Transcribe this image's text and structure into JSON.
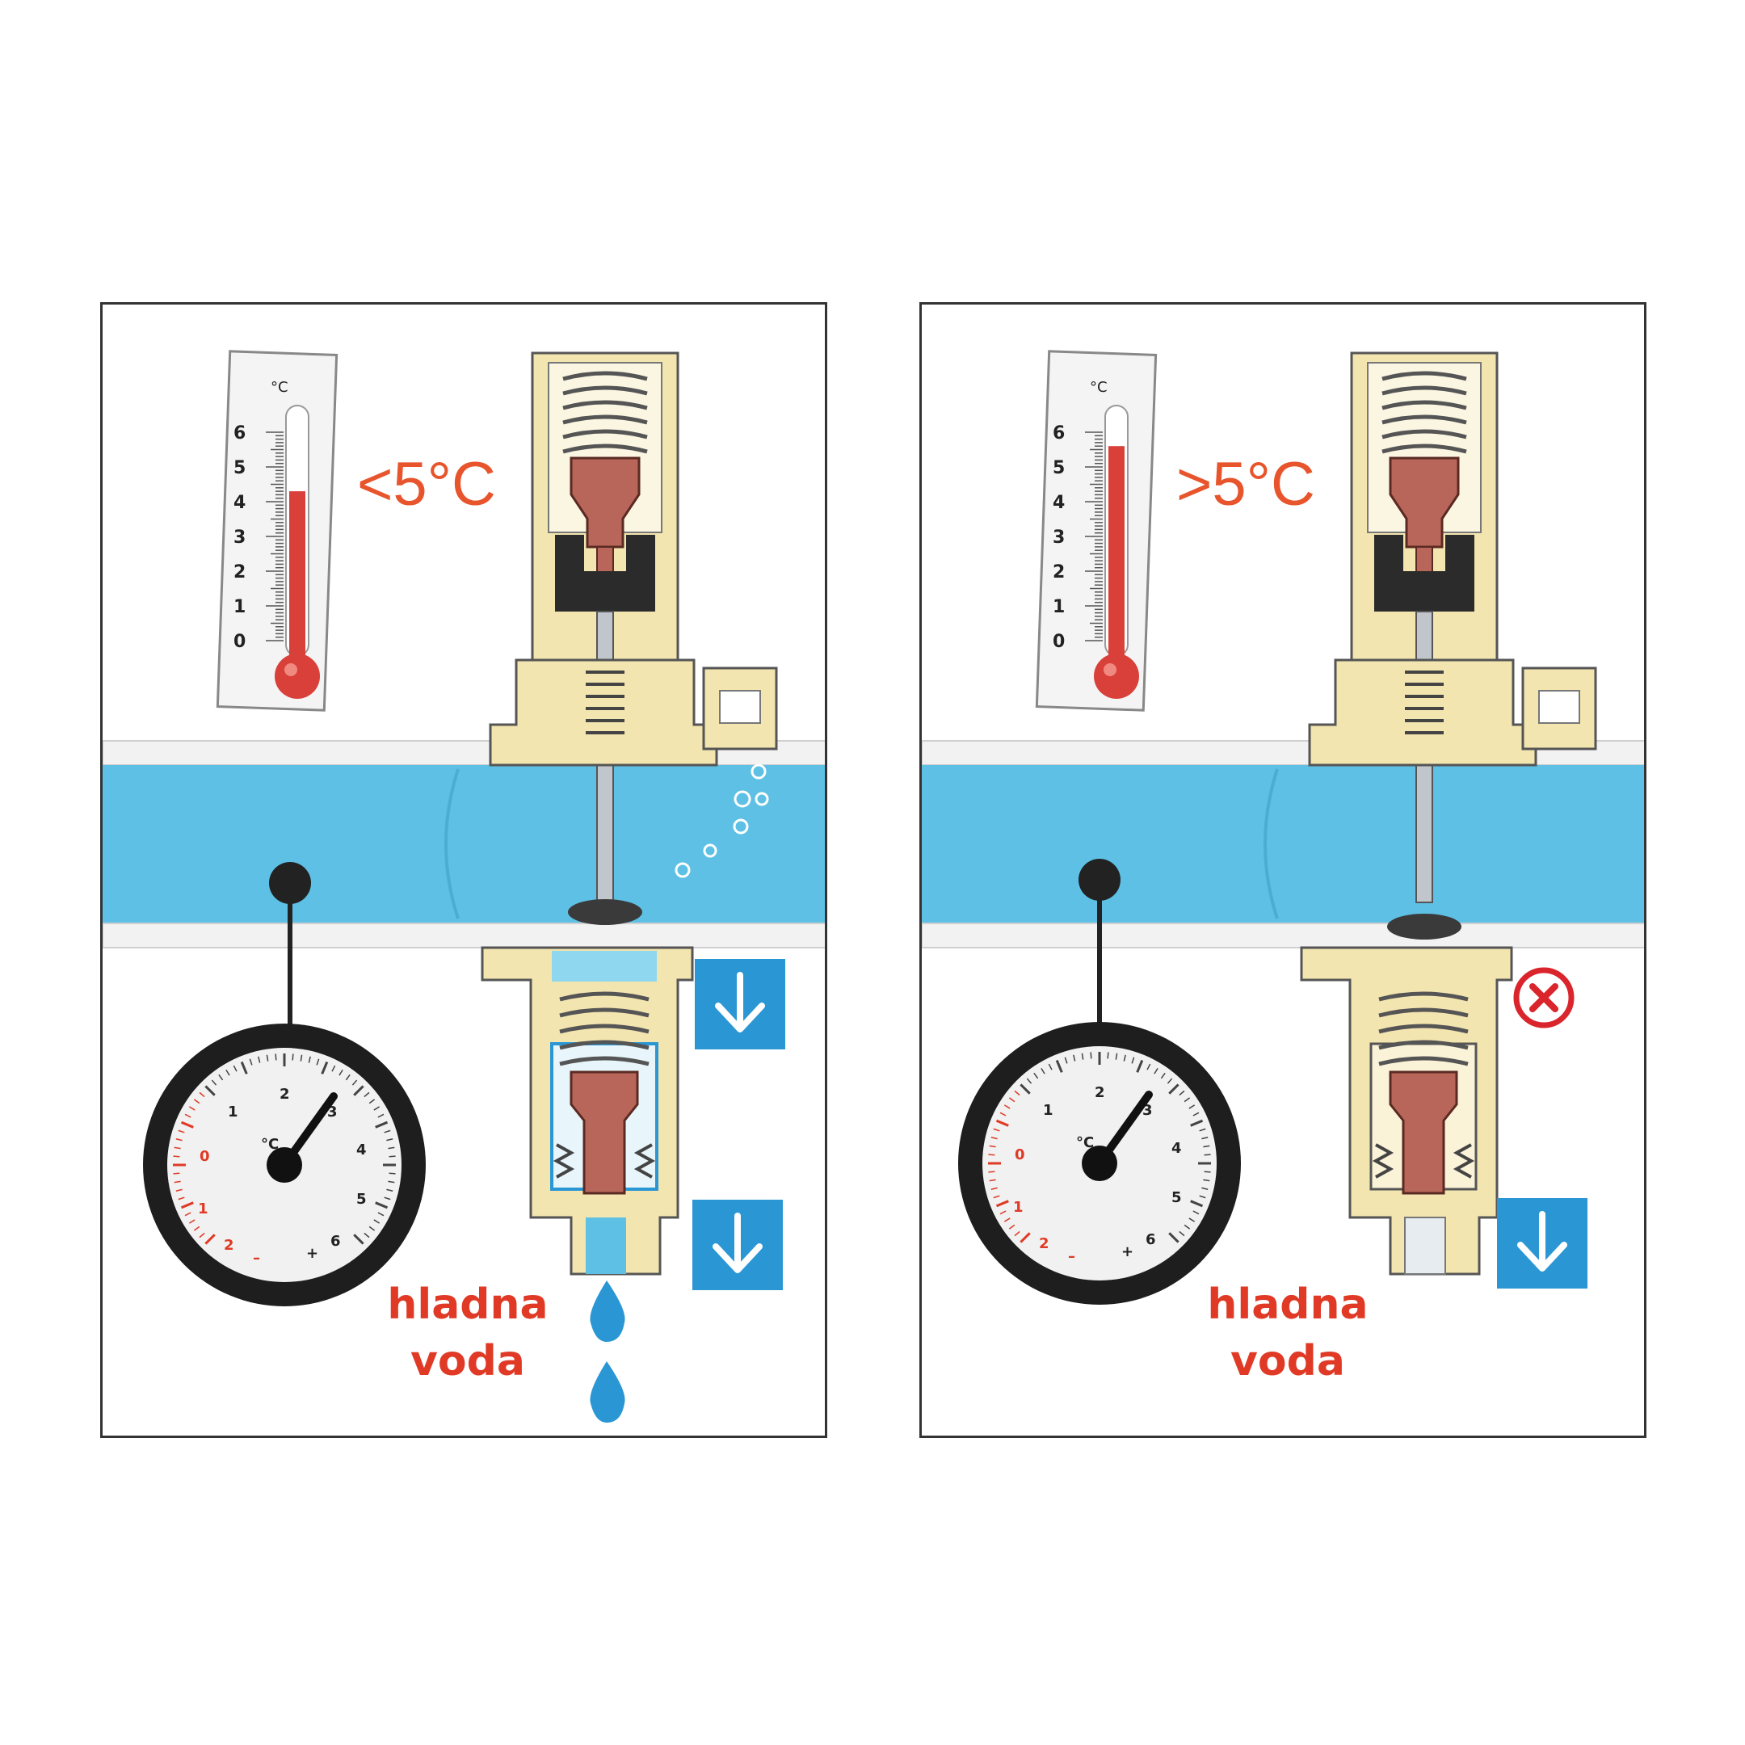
{
  "colors": {
    "label": "#e03a26",
    "temperature": "#e8542c",
    "water": "#5ec0e4",
    "brass": "#f3e5b0",
    "arrow_box": "#2a97d4",
    "stop_icon": "#d9252b",
    "mercury": "#d9403a"
  },
  "panels": [
    {
      "id": "left",
      "temperature_label": "<5°C",
      "thermometer": {
        "unit": "°C",
        "scale": [
          "6",
          "5",
          "4",
          "3",
          "2",
          "1",
          "0"
        ],
        "reading_c": 4.3
      },
      "gauge": {
        "unit": "°C",
        "scale": [
          "2",
          "1",
          "0",
          "1",
          "2",
          "3",
          "4",
          "5",
          "6",
          "–",
          "+"
        ]
      },
      "valve_state": "open",
      "flow_arrows": [
        "arrow-down-icon",
        "arrow-down-icon"
      ],
      "drip": "water-drop-icon",
      "label_line1": "hladna",
      "label_line2": "voda"
    },
    {
      "id": "right",
      "temperature_label": ">5°C",
      "thermometer": {
        "unit": "°C",
        "scale": [
          "6",
          "5",
          "4",
          "3",
          "2",
          "1",
          "0"
        ],
        "reading_c": 5.6
      },
      "gauge": {
        "unit": "°C",
        "scale": [
          "2",
          "1",
          "0",
          "1",
          "2",
          "3",
          "4",
          "5",
          "6",
          "–",
          "+"
        ]
      },
      "valve_state": "closed",
      "flow_arrows": [
        "arrow-down-icon"
      ],
      "stop": "close-circle-icon",
      "label_line1": "hladna",
      "label_line2": "voda"
    }
  ]
}
